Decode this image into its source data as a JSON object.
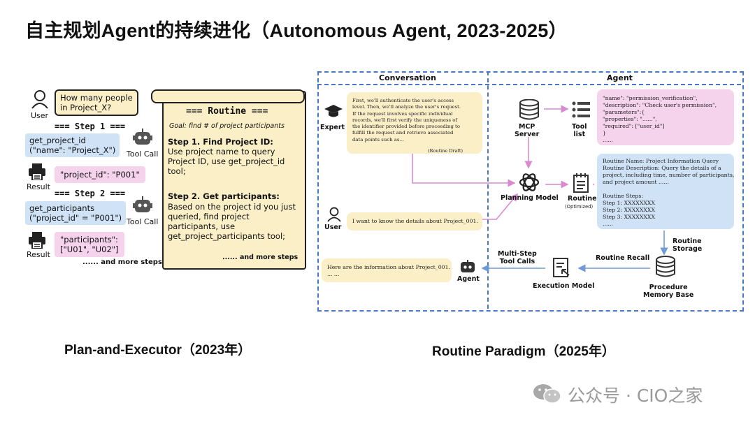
{
  "title": "自主规划Agent的持续进化（Autonomous Agent, 2023-2025）",
  "left_caption": "Plan-and-Executor（2023年）",
  "right_caption": "Routine Paradigm（2025年）",
  "watermark": "公众号 · CIO之家",
  "plan_executor": {
    "user_label": "User",
    "user_query": "How many people\nin Project_X?",
    "step1_sep": "=== Step 1 ===",
    "call1": "get_project_id\n(\"name\": \"Project_X\")",
    "tool_call_label": "Tool Call",
    "result_label": "Result",
    "result1": "\"project_id\": \"P001\"",
    "step2_sep": "=== Step 2 ===",
    "call2": "get_participants\n(\"project_id\" = \"P001\")",
    "result2": "\"participants\":\n[\"U01\", \"U02\"]",
    "more_steps": "...... and more steps",
    "routine_title": "=== Routine ===",
    "routine_goal": "Goal: find # of project participants",
    "step1_head": "Step 1. Find Project ID:",
    "step1_body": "Use project name to query\nProject ID, use get_project_id\ntool;",
    "step2_head": "Step 2. Get participants:",
    "step2_body": "Based on the project id you just\nqueried, find project\nparticipants, use\nget_project_participants tool;",
    "routine_more": "...... and more steps"
  },
  "routine_paradigm": {
    "conversation_header": "Conversation",
    "agent_header": "Agent",
    "expert_label": "Expert",
    "expert_text": "First, we'll authenticate the user's access\nlevel. Then, we'll analyze the user's request.\nIf the request involves specific individual\nrecords, we'll first verify the uniqueness of\nthe identifier provided before proceeding to\nfulfill the request and retrieve associated\ndata points such as...",
    "routine_draft": "(Routine Draft)",
    "user_label": "User",
    "user_text": "I want to know the details about Project_001.",
    "agent_label": "Agent",
    "agent_reply": "Here are the information about Project_001.\n... ...",
    "mcp_server": "MCP\nServer",
    "tool_list": "Tool\nlist",
    "tool_json": "\"name\": \"permission_verification\",\n\"description\": \"Check user's permission\",\n\"parameters\":{\n\"properties\": \"......\",\n\"required\": [\"user_id\"]\n}\n......",
    "planning_model": "Planning Model",
    "routine_label": "Routine",
    "routine_optimized": "(Optimized)",
    "routine_info": "Routine Name: Project Information Query\nRoutine Description: Query the details of a\nproject, including time, number of participants,\nand project amount ......\n\nRoutine Steps:\nStep 1: XXXXXXXX\nStep 2: XXXXXXXX\nStep 3: XXXXXXXX\n......",
    "routine_storage": "Routine\nStorage",
    "routine_recall": "Routine Recall",
    "multi_step": "Multi-Step\nTool Calls",
    "execution_model": "Execution Model",
    "procedure_memory": "Procedure\nMemory Base"
  },
  "colors": {
    "blue_box": "#cfe2f6",
    "pink_box": "#f6d3ec",
    "cream_box": "#fbefc8",
    "dash_blue": "#4a78c8",
    "arrow_pink": "#d98ad0",
    "arrow_blue": "#6e9ad8"
  }
}
